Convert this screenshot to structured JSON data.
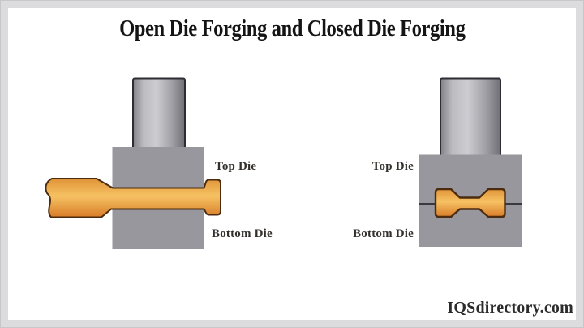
{
  "title": "Open Die Forging and Closed Die Forging",
  "credit": "IQSdirectory.com",
  "open_die": {
    "top_die_label": "Top Die",
    "bottom_die_label": "Bottom Die"
  },
  "closed_die": {
    "top_die_label": "Top Die",
    "bottom_die_label": "Bottom Die"
  },
  "colors": {
    "frame": "#dcdcde",
    "canvas": "#ffffff",
    "die_gray": "#97979d",
    "die_outline": "#36363c",
    "ram_edge_left": "#808086",
    "ram_light": "#cdcdd1",
    "ram_mid": "#a0a0a6",
    "ram_edge_right": "#6f6f75",
    "ram_outline": "#2d2d33",
    "workpiece_top": "#e09338",
    "workpiece_light": "#f6c263",
    "workpiece_dark": "#d87c28",
    "workpiece_outline": "#4c2c10",
    "parting_line": "#2b2b31",
    "title_color": "#141414",
    "label_color": "#33302c"
  }
}
